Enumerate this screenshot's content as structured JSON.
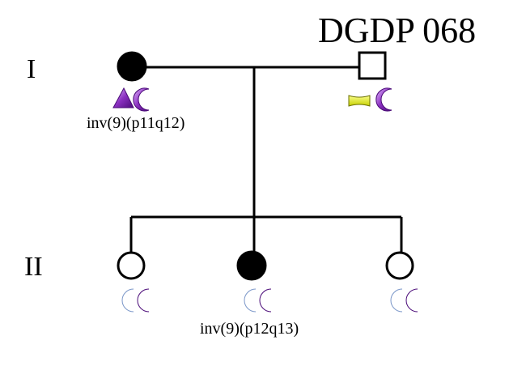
{
  "title": "DGDP 068",
  "generations": [
    "I",
    "II"
  ],
  "individuals": [
    {
      "id": "I-1",
      "sex": "female",
      "affected": true,
      "haplotype_icons": [
        "purple-triangle-icon",
        "purple-crescent-icon"
      ],
      "karyotype": "inv(9)(p11q12)"
    },
    {
      "id": "I-2",
      "sex": "male",
      "affected": false,
      "haplotype_icons": [
        "yellow-bar-icon",
        "purple-crescent-icon"
      ],
      "karyotype": ""
    },
    {
      "id": "II-1",
      "sex": "female",
      "affected": false,
      "haplotype_icons": [
        "blue-crescent-icon",
        "purple-crescent-icon"
      ],
      "karyotype": ""
    },
    {
      "id": "II-2",
      "sex": "female",
      "affected": true,
      "haplotype_icons": [
        "blue-crescent-icon",
        "purple-crescent-icon"
      ],
      "karyotype": "inv(9)(p12q13)"
    },
    {
      "id": "II-3",
      "sex": "female",
      "affected": false,
      "haplotype_icons": [
        "blue-crescent-icon",
        "purple-crescent-icon"
      ],
      "karyotype": ""
    }
  ],
  "colors": {
    "affected": "#000000",
    "purple": "#7a1fa8",
    "purple_light": "#c58be6",
    "yellow": "#e8f000",
    "blue": "#9fb8e8"
  }
}
